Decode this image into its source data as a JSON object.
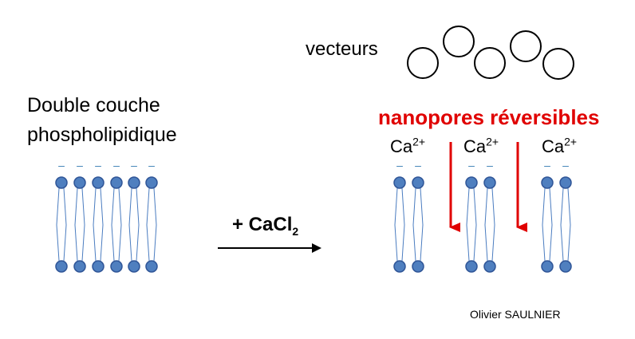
{
  "left_label": {
    "line1": "Double couche",
    "line2": "phospholipidique"
  },
  "vectors_label": "vecteurs",
  "nanopores_label": "nanopores réversibles",
  "reagent": {
    "prefix": "+ CaCl",
    "subscript": "2"
  },
  "ions": [
    {
      "base": "Ca",
      "charge": "2+"
    },
    {
      "base": "Ca",
      "charge": "2+"
    },
    {
      "base": "Ca",
      "charge": "2+"
    }
  ],
  "head_charge_symbol": "–",
  "author": "Olivier SAULNIER",
  "colors": {
    "head_fill": "#4f7fbf",
    "head_stroke": "#2f5597",
    "tail_stroke": "#4a7cc0",
    "charge_color": "#3a7fb5",
    "accent_red": "#e00000",
    "vector_stroke": "#000000"
  },
  "icons": [
    "phospholipid-icon",
    "vector-circle-icon",
    "reaction-arrow-icon",
    "down-arrow-icon"
  ]
}
